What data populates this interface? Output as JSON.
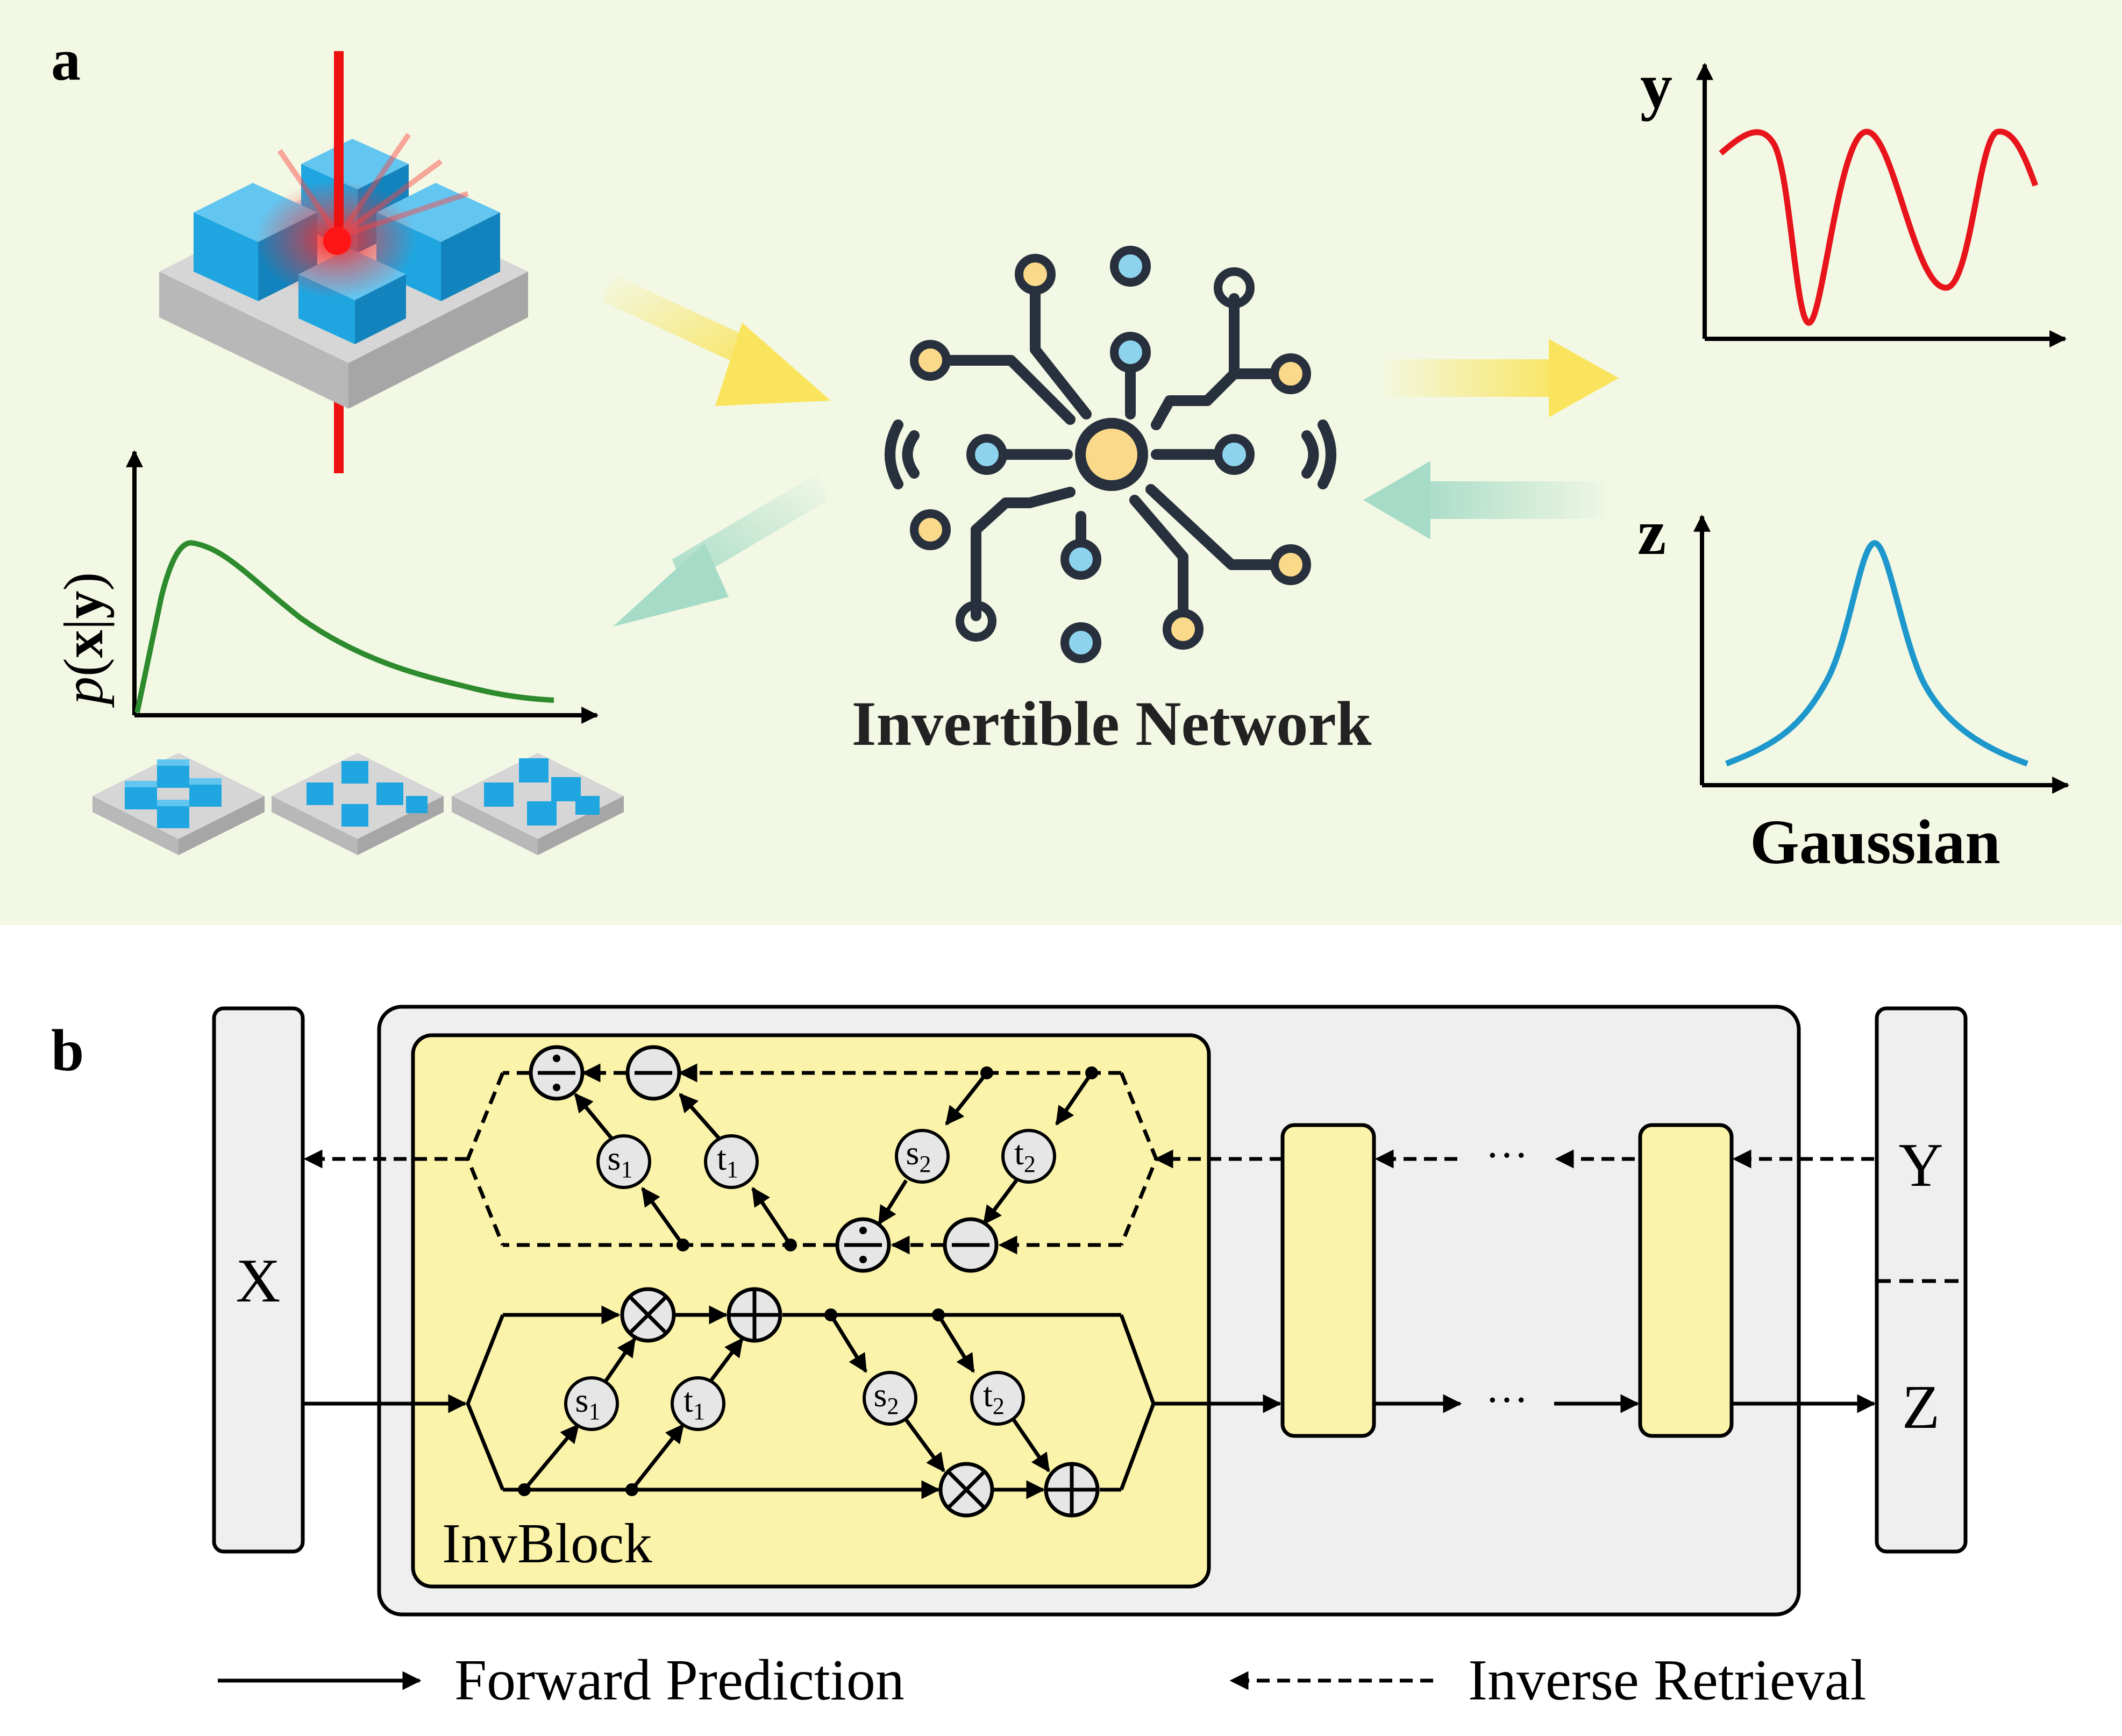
{
  "panel_a": {
    "label": "a",
    "network_label": "Invertible Network",
    "y_label": "y",
    "z_label": "z",
    "pxy_label_parts": [
      "p",
      "(",
      "x",
      "|",
      "y",
      ")"
    ],
    "gaussian_label": "Gaussian",
    "colors": {
      "background": "#f2f8e4",
      "laser": "#ee1111",
      "cube_blue": "#1fa6e0",
      "substrate": "#c4c4c4",
      "y_curve": "#e8141c",
      "z_curve": "#1e98cc",
      "pxy_curve": "#2d8a2d",
      "forward_arrow": "#fae45e",
      "inverse_arrow": "#a6dbc8",
      "node_yellow": "#fbd98a",
      "node_blue": "#8ed3ee",
      "network_stroke": "#27303c"
    }
  },
  "panel_b": {
    "label": "b",
    "x_label": "X",
    "y_label": "Y",
    "z_label": "Z",
    "invblock_label": "InvBlock",
    "s1": "s",
    "s1_sub": "1",
    "t1": "t",
    "t1_sub": "1",
    "s2": "s",
    "s2_sub": "2",
    "t2": "t",
    "t2_sub": "2",
    "ellipsis": "···",
    "op_multiply": "⊗",
    "op_add": "⊕",
    "op_divide": "÷",
    "op_subtract": "−",
    "colors": {
      "outer_box": "#efefef",
      "invblock": "#fbf3a9",
      "node_fill": "#e6e6e6"
    }
  },
  "legend": {
    "forward": "Forward Prediction",
    "inverse": "Inverse Retrieval"
  }
}
